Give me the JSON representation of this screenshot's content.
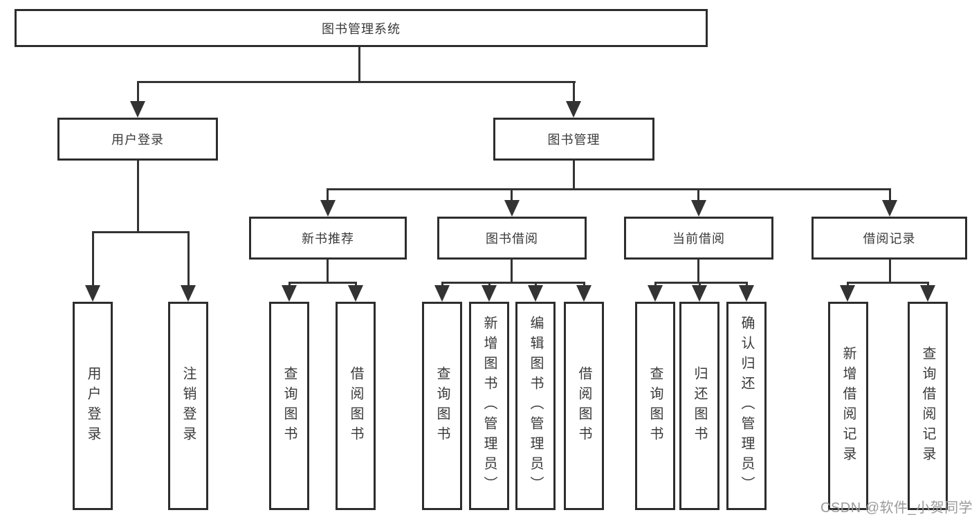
{
  "diagram": {
    "root": "图书管理系统",
    "level2": [
      {
        "label": "用户登录",
        "children": [
          "用户登录",
          "注销登录"
        ]
      },
      {
        "label": "图书管理",
        "children": [
          {
            "label": "新书推荐",
            "children": [
              "查询图书",
              "借阅图书"
            ]
          },
          {
            "label": "图书借阅",
            "children": [
              "查询图书",
              "新增图书（管理员）",
              "编辑图书（管理员）",
              "借阅图书"
            ]
          },
          {
            "label": "当前借阅",
            "children": [
              "查询图书",
              "归还图书",
              "确认归还（管理员）"
            ]
          },
          {
            "label": "借阅记录",
            "children": [
              "新增借阅记录",
              "查询借阅记录"
            ]
          }
        ]
      }
    ]
  },
  "watermark": "CSDN @软件_小贺同学",
  "colors": {
    "line": "#333333",
    "box_border": "#2d2d2d",
    "text": "#3a3a3a",
    "watermark": "#9a9a9a",
    "background": "#ffffff"
  }
}
